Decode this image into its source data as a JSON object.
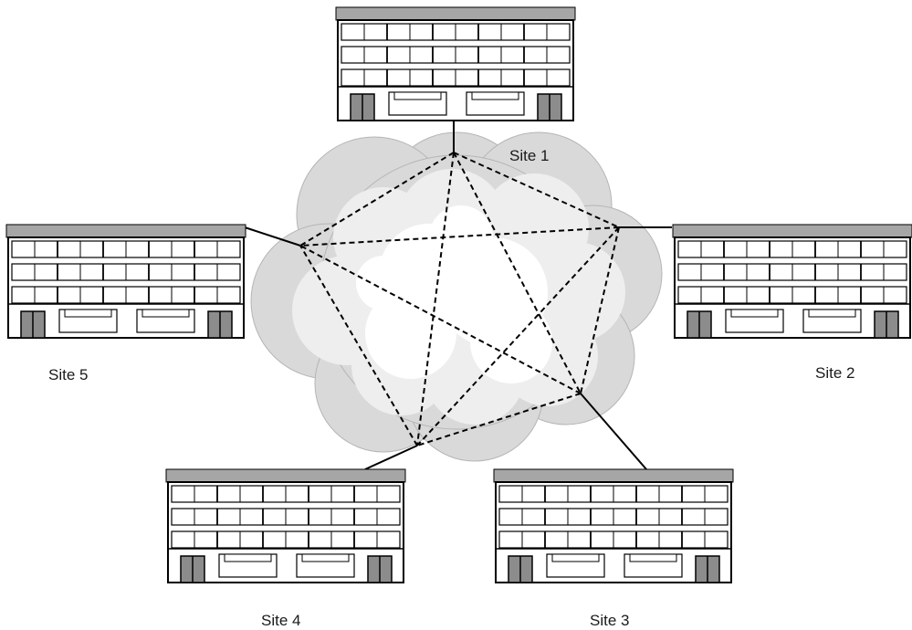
{
  "sites": [
    {
      "id": "site-1",
      "label": "Site 1"
    },
    {
      "id": "site-2",
      "label": "Site 2"
    },
    {
      "id": "site-3",
      "label": "Site 3"
    },
    {
      "id": "site-4",
      "label": "Site 4"
    },
    {
      "id": "site-5",
      "label": "Site 5"
    }
  ],
  "colors": {
    "cloud_outer": "#d9d9d9",
    "cloud_inner": "#eeeeee",
    "cloud_core": "#ffffff",
    "roof": "#a6a6a6",
    "door": "#8c8c8c",
    "stroke": "#000000"
  }
}
